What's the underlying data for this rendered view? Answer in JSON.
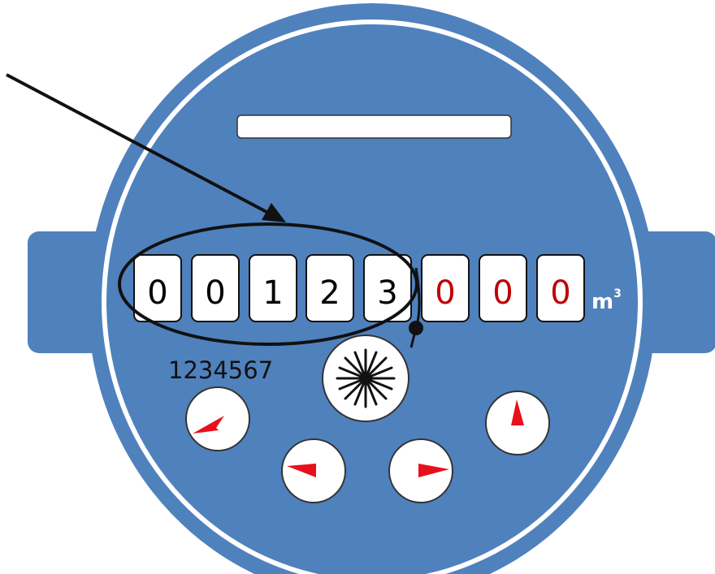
{
  "meter": {
    "body_color": "#4f81bd",
    "ring_color": "#ffffff",
    "digit_black_color": "#000000",
    "digit_red_color": "#c00000",
    "pointer_color": "#e8101b",
    "black_digits": [
      "0",
      "0",
      "1",
      "2",
      "3"
    ],
    "red_digits": [
      "0",
      "0",
      "0"
    ],
    "unit": "m",
    "unit_exponent": "3",
    "serial_number": "1234567"
  },
  "dials": [
    {
      "pointer_direction": "lower-left"
    },
    {
      "pointer_direction": "left"
    },
    {
      "pointer_direction": "right"
    },
    {
      "pointer_direction": "up"
    }
  ]
}
